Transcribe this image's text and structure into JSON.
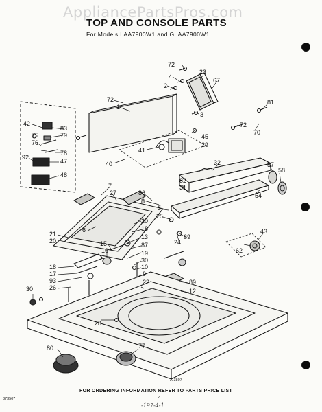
{
  "watermark": "AppliancePartsPros.com",
  "title": "TOP AND CONSOLE PARTS",
  "subtitle": "For Models LAA7900W1 and GLAA7900W1",
  "footer": "FOR ORDERING INFORMATION REFER TO PARTS PRICE LIST",
  "diagram_code": "A-3807",
  "page_code": "373507",
  "page_number": "2",
  "signature": "-197-4-1",
  "part_labels": [
    {
      "id": "l72a",
      "text": "72"
    },
    {
      "id": "l4",
      "text": "4"
    },
    {
      "id": "l23",
      "text": "23"
    },
    {
      "id": "l2",
      "text": "2"
    },
    {
      "id": "l67",
      "text": "67"
    },
    {
      "id": "l3",
      "text": "3"
    },
    {
      "id": "l72b",
      "text": "72"
    },
    {
      "id": "l1",
      "text": "1"
    },
    {
      "id": "l81",
      "text": "81"
    },
    {
      "id": "l72c",
      "text": "72"
    },
    {
      "id": "l70",
      "text": "70"
    },
    {
      "id": "l45",
      "text": "45"
    },
    {
      "id": "l29",
      "text": "29"
    },
    {
      "id": "l41",
      "text": "41"
    },
    {
      "id": "l40",
      "text": "40"
    },
    {
      "id": "l32",
      "text": "32"
    },
    {
      "id": "l57",
      "text": "57"
    },
    {
      "id": "l58",
      "text": "58"
    },
    {
      "id": "l82",
      "text": "82"
    },
    {
      "id": "l31",
      "text": "31"
    },
    {
      "id": "l54",
      "text": "54"
    },
    {
      "id": "l42",
      "text": "42"
    },
    {
      "id": "l83",
      "text": "83"
    },
    {
      "id": "l75",
      "text": "75"
    },
    {
      "id": "l79",
      "text": "79"
    },
    {
      "id": "l76",
      "text": "76"
    },
    {
      "id": "l78",
      "text": "78"
    },
    {
      "id": "l92",
      "text": "92"
    },
    {
      "id": "l47",
      "text": "47"
    },
    {
      "id": "l48",
      "text": "48"
    },
    {
      "id": "l7",
      "text": "7"
    },
    {
      "id": "l27",
      "text": "27"
    },
    {
      "id": "l86",
      "text": "86"
    },
    {
      "id": "l8",
      "text": "8"
    },
    {
      "id": "l5",
      "text": "5"
    },
    {
      "id": "l25",
      "text": "25"
    },
    {
      "id": "l20a",
      "text": "20"
    },
    {
      "id": "l6",
      "text": "6"
    },
    {
      "id": "l18a",
      "text": "18"
    },
    {
      "id": "l13",
      "text": "13"
    },
    {
      "id": "l21",
      "text": "21"
    },
    {
      "id": "l20b",
      "text": "20"
    },
    {
      "id": "l15",
      "text": "15"
    },
    {
      "id": "l16",
      "text": "16"
    },
    {
      "id": "l87",
      "text": "87"
    },
    {
      "id": "l19",
      "text": "19"
    },
    {
      "id": "l30a",
      "text": "30"
    },
    {
      "id": "l10",
      "text": "10"
    },
    {
      "id": "l18b",
      "text": "18"
    },
    {
      "id": "l17",
      "text": "17"
    },
    {
      "id": "l93",
      "text": "93"
    },
    {
      "id": "l26",
      "text": "26"
    },
    {
      "id": "l30b",
      "text": "30"
    },
    {
      "id": "l9",
      "text": "9"
    },
    {
      "id": "l22",
      "text": "22"
    },
    {
      "id": "l24",
      "text": "24"
    },
    {
      "id": "l69",
      "text": "69"
    },
    {
      "id": "l43",
      "text": "43"
    },
    {
      "id": "l62",
      "text": "62"
    },
    {
      "id": "l89",
      "text": "89"
    },
    {
      "id": "l12",
      "text": "12"
    },
    {
      "id": "l28",
      "text": "28"
    },
    {
      "id": "l80",
      "text": "80"
    },
    {
      "id": "l77",
      "text": "77"
    }
  ]
}
